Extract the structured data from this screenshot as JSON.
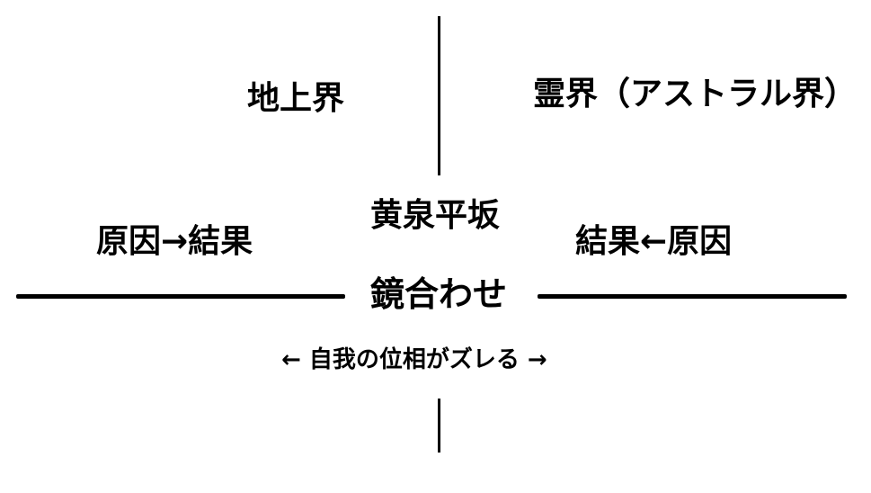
{
  "diagram": {
    "upper_left_realm": "地上界",
    "upper_right_realm": "霊界（アストラル界）",
    "center_boundary": "黄泉平坂",
    "left_causality": "原因→結果",
    "right_causality": "結果←原因",
    "horizon_label": "鏡合わせ",
    "phase_shift_note": "←  自我の位相がズレる  →"
  }
}
